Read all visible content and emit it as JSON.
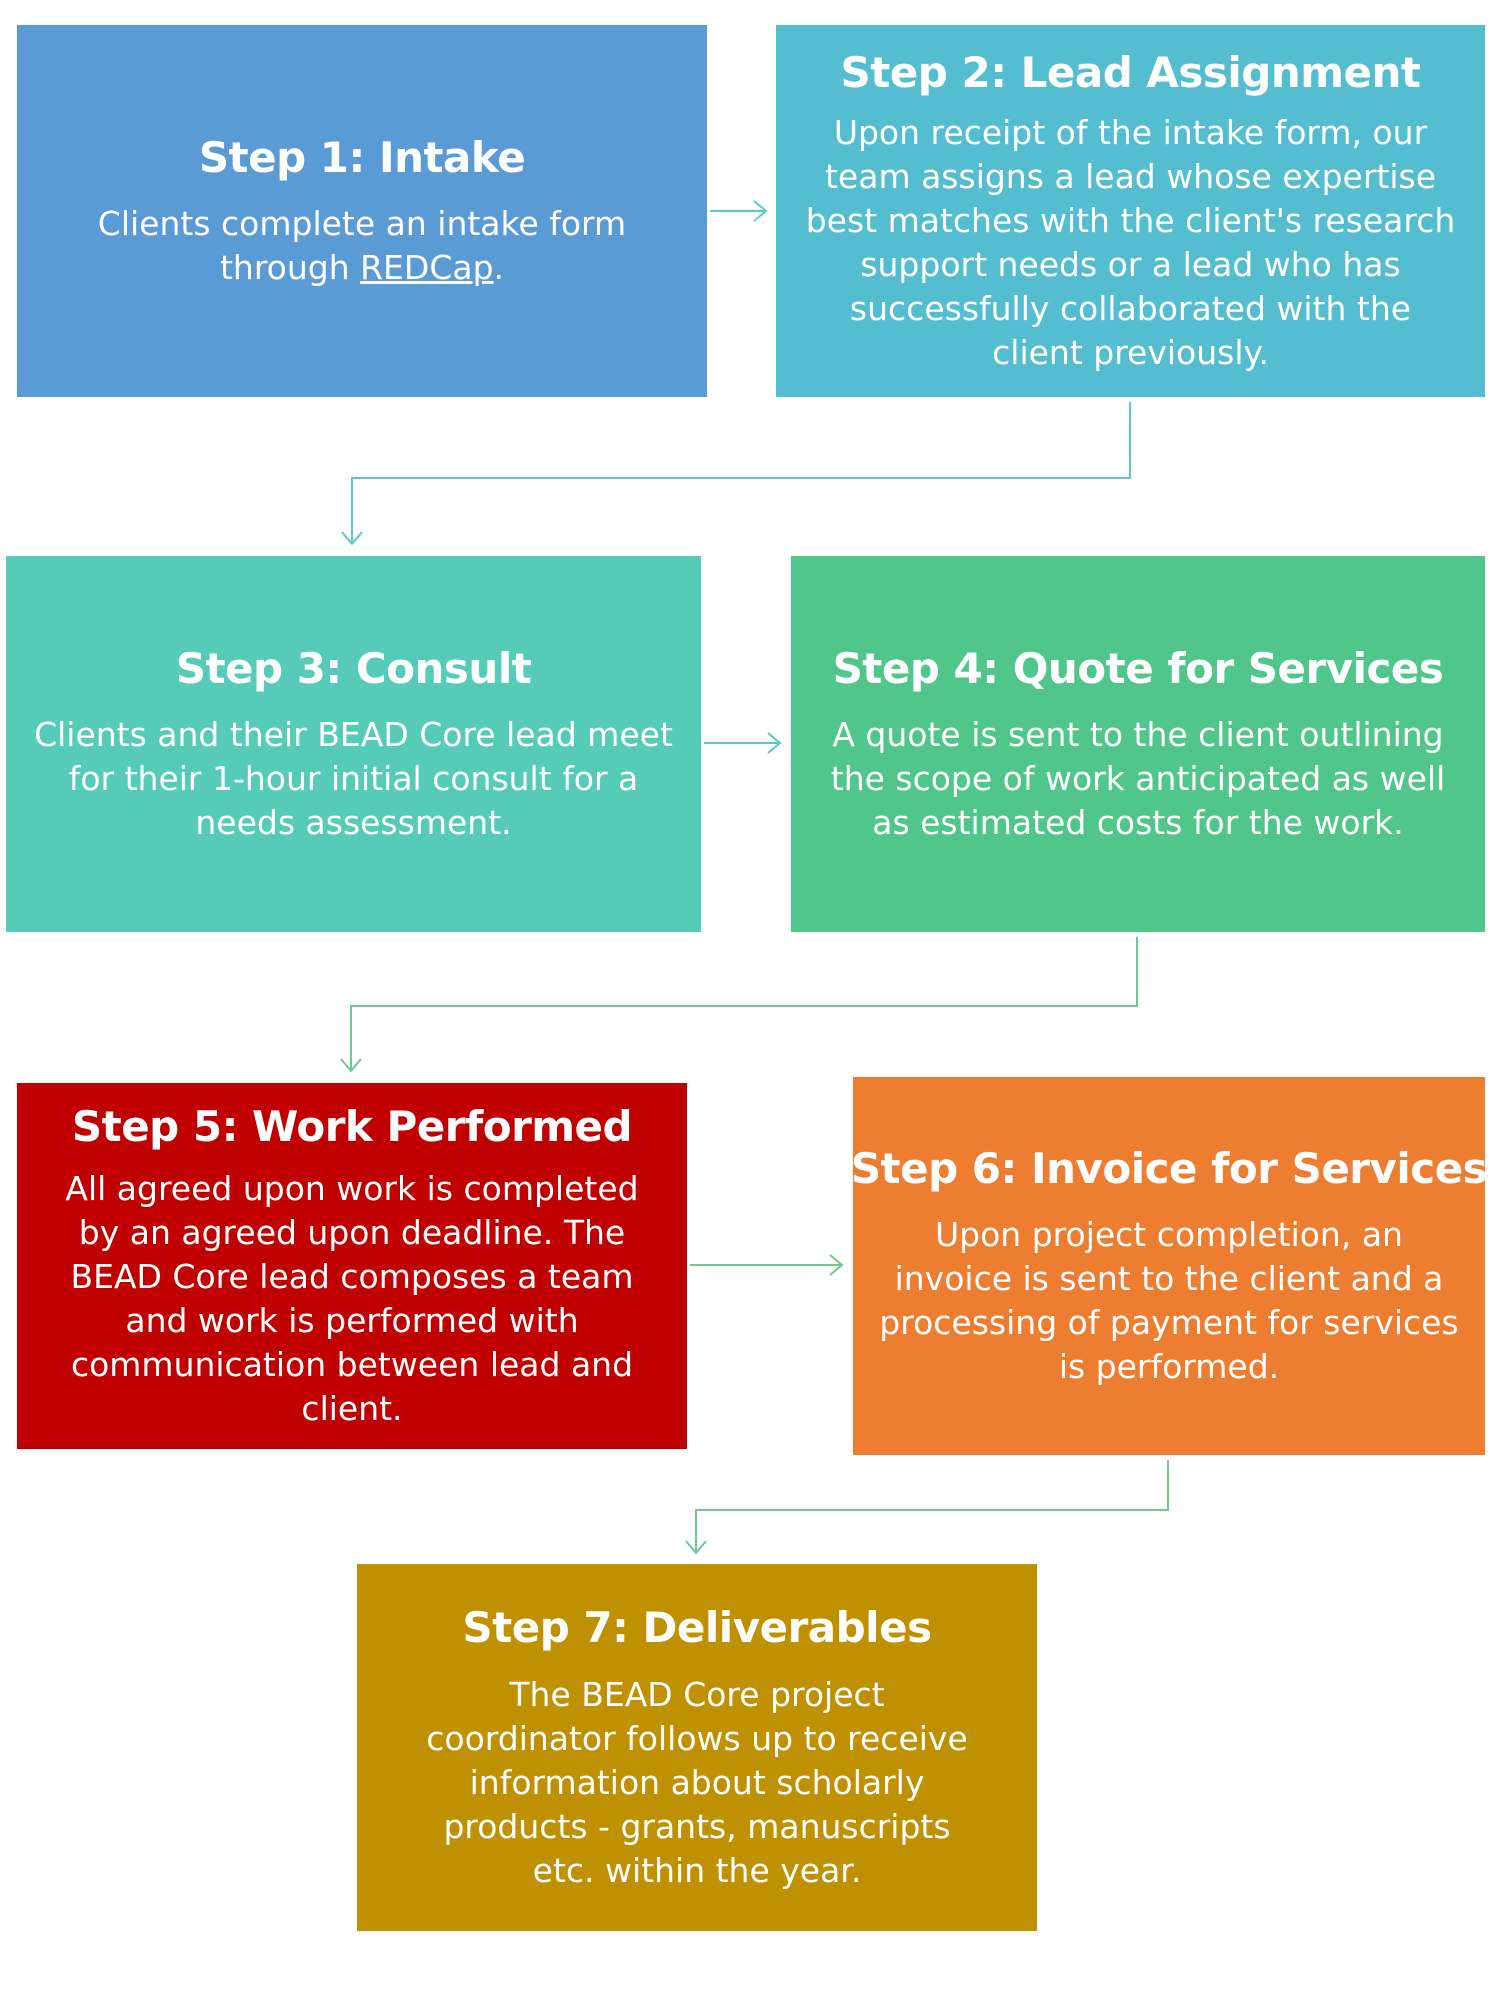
{
  "colors": {
    "step1": "#5b9bd5",
    "step2": "#55bdd0",
    "step3": "#55cbb8",
    "step4": "#50c68a",
    "step5": "#c00000",
    "step6": "#ed7d31",
    "step7": "#bf9000",
    "arrow_teal": "#5cc9c9",
    "arrow_green": "#70c88f"
  },
  "steps": [
    {
      "title": "Step 1: Intake",
      "text_before_link": "Clients complete an intake form through ",
      "link": "REDCap",
      "text_after_link": "."
    },
    {
      "title": "Step 2: Lead Assignment",
      "text": "Upon receipt of the intake form, our team assigns a lead whose expertise best matches with the client's research support needs or a lead who has successfully collaborated with the client previously."
    },
    {
      "title": "Step 3: Consult",
      "text": "Clients and their BEAD Core lead meet for their 1-hour initial consult for a needs assessment."
    },
    {
      "title": "Step 4: Quote for Services",
      "text": "A quote is sent to the client outlining the scope of work anticipated as well as estimated costs for the work."
    },
    {
      "title": "Step 5: Work Performed",
      "text": "All agreed upon work is completed by an agreed upon deadline. The BEAD Core lead composes a team and work is performed with communication between lead and client."
    },
    {
      "title": "Step 6: Invoice for Services",
      "text": "Upon project completion, an invoice is sent to the client and a processing of payment for services is performed."
    },
    {
      "title": "Step 7: Deliverables",
      "text": "The BEAD Core project coordinator follows up to receive information about scholarly products - grants, manuscripts etc. within the year."
    }
  ]
}
